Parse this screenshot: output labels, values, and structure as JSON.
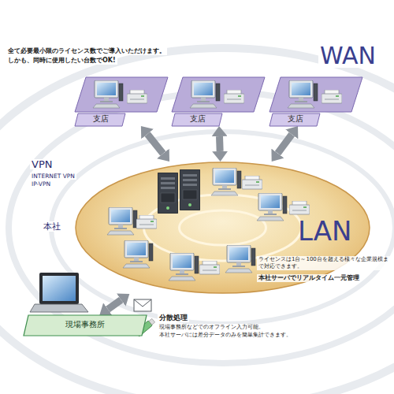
{
  "diagram": {
    "nodes": [
      {
        "text": [
          "支店"
        ]
      },
      {
        "text": [
          "支店"
        ]
      },
      {
        "text": [
          "支店"
        ]
      },
      {
        "text": [
          "本社"
        ]
      },
      {
        "text": [
          "現場事務所"
        ]
      }
    ],
    "edges": [
      {
        "from": 0,
        "to": 3,
        "arrow": "both"
      },
      {
        "from": 1,
        "to": 3,
        "arrow": "both"
      },
      {
        "from": 2,
        "to": 3,
        "arrow": "both"
      },
      {
        "from": 4,
        "to": 3,
        "arrow": "both"
      }
    ],
    "labels": [
      "全て必要最小限のライセンス数でご導入いただけます。",
      "しかも、同時に使用したい台数でOK!",
      "WAN",
      "VPN",
      "INTERNET VPN",
      "IP-VPN",
      "LAN",
      "ライセンスは1台～100台を超える様々な企業規模まで対応できます。",
      "本社サーバでリアルタイム一元管理",
      "分散処理",
      "現場事務所などでのオフライン入力可能。",
      "本社サーバには差分データのみを簡単集計できます。"
    ]
  }
}
